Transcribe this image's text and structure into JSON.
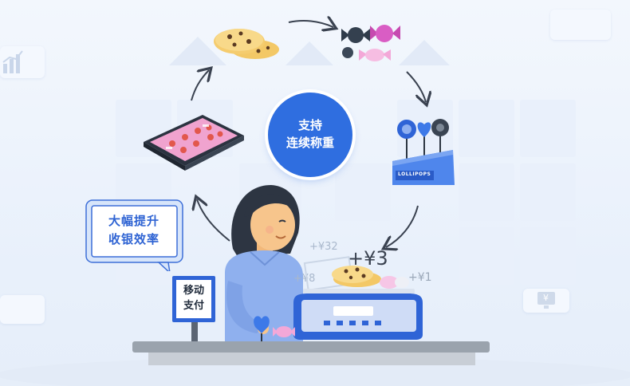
{
  "center_badge": {
    "line1": "支持",
    "line2": "连续称重",
    "color": "#2f6ee0"
  },
  "speech_bubble": {
    "line1": "大幅提升",
    "line2": "收银效率"
  },
  "payment_sign": {
    "line1": "移动",
    "line2": "支付"
  },
  "prices": {
    "top": "+¥32",
    "main": "+¥3",
    "left": "+¥8",
    "right": "+¥1"
  },
  "lollipop_box_label": "LOLLIPOPS",
  "monitor_symbol": "¥",
  "icons": [
    "cookies-icon",
    "candy-icon",
    "lollipops-icon",
    "gingerbread-tray-icon",
    "cycle-arrow-icon",
    "cashier-woman",
    "scale-icon",
    "chart-icon"
  ],
  "colors": {
    "accent": "#2f6ee0",
    "background": "#eef4fc",
    "counter": "#9aa3ad"
  }
}
